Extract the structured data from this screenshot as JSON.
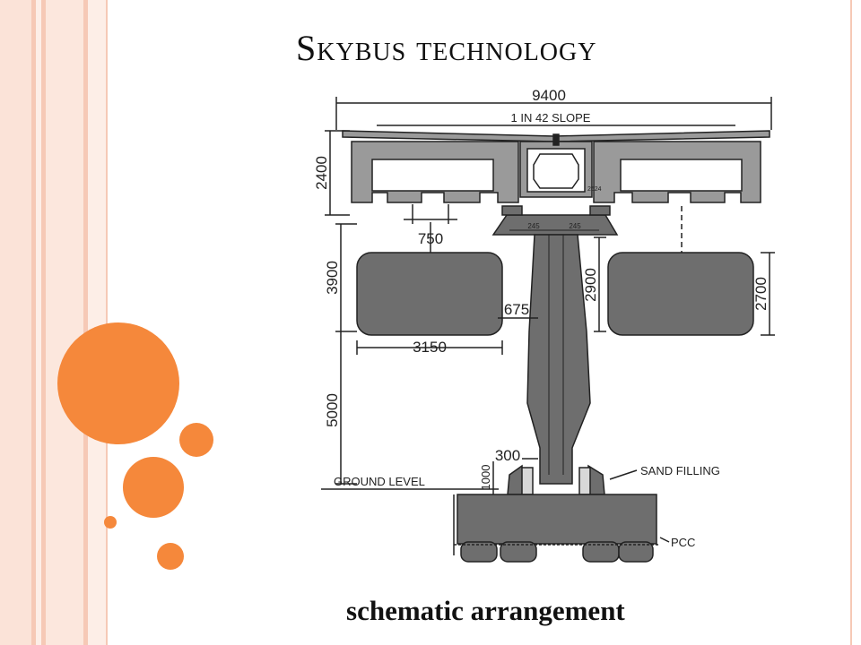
{
  "slide": {
    "title": "Skybus technology",
    "caption": "schematic arrangement"
  },
  "theme": {
    "accent": "#F5883B",
    "stripe_light": "#FBE3D8",
    "stripe_mid": "#F6C9B6",
    "concrete": "#6E6E6E",
    "line": "#222222"
  },
  "diagram": {
    "top_width": "9400",
    "slope": "1 IN 42 SLOPE",
    "deck_height": "2400",
    "wheel_spacing": "750",
    "vehicle_clearance": "3900",
    "vehicle_width": "3150",
    "pier_width": "675",
    "vehicle_height_left": "2900",
    "vehicle_height_right": "2700",
    "pier_height": "5000",
    "plinth": "300",
    "footing": "1000",
    "ground_label": "GROUND LEVEL",
    "sand_label": "SAND FILLING",
    "pcc_label": "PCC",
    "cap_labels": [
      "245",
      "245"
    ],
    "small_mark": "2524"
  }
}
